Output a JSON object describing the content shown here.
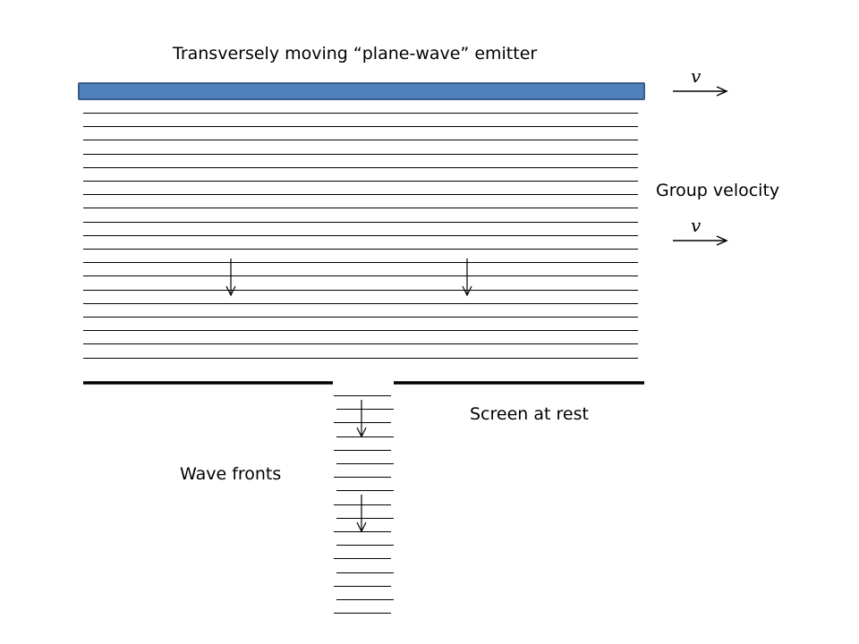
{
  "labels": {
    "title": "Transversely moving “plane-wave” emitter",
    "group_velocity": "Group velocity",
    "screen": "Screen at rest",
    "wave_fronts": "Wave fronts",
    "velocity_symbol_top": "v",
    "velocity_symbol_group": "v"
  },
  "colors": {
    "emitter_fill": "#4f81bd",
    "emitter_stroke": "#385d8a",
    "line": "#000000"
  },
  "icons": {
    "velocity_arrow": "right-arrow-icon",
    "propagation_arrow": "down-arrow-icon"
  }
}
